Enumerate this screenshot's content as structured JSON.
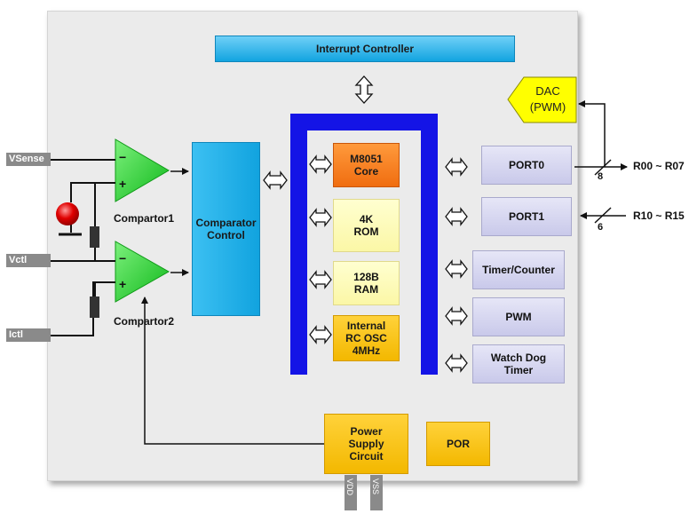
{
  "blocks": {
    "interrupt_controller": "Interrupt Controller",
    "comparator_control": "Comparator\nControl",
    "m8051_core": "M8051\nCore",
    "rom": "4K\nROM",
    "ram": "128B\nRAM",
    "osc": "Internal\nRC OSC\n4MHz",
    "port0": "PORT0",
    "port1": "PORT1",
    "timer_counter": "Timer/Counter",
    "pwm": "PWM",
    "watchdog": "Watch Dog\nTimer",
    "power_supply": "Power\nSupply\nCircuit",
    "por": "POR",
    "dac": "DAC\n(PWM)"
  },
  "inputs": {
    "vsense": "VSense",
    "vctl": "Vctl",
    "ictl": "Ictl"
  },
  "comparators": {
    "comp1": "Compartor1",
    "comp2": "Compartor2",
    "minus": "−",
    "plus": "+"
  },
  "ports": {
    "r0_label": "R00 ~ R07",
    "r0_width": "8",
    "r1_label": "R10 ~ R15",
    "r1_width": "6"
  },
  "power_pins": {
    "vdd": "VDD",
    "vss": "VSS"
  },
  "colors": {
    "bus_blue": "#1414e6",
    "comparator_green": "#22d02a",
    "chip_bg": "#ebebeb",
    "dac_yellow": "#ffff00"
  }
}
